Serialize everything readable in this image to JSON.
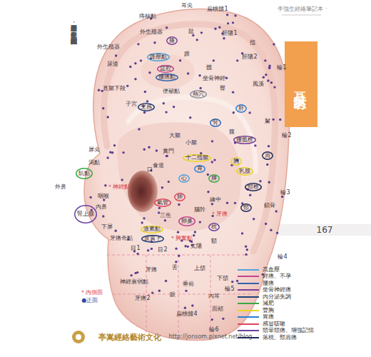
{
  "diagram": {
    "title": "耳朵反射區",
    "nodes": [
      {
        "text": [
          "膝"
        ]
      },
      {
        "text": [
          "降壓點"
        ]
      },
      {
        "text": [
          "盆腔"
        ]
      },
      {
        "text": [
          "腰痛點"
        ]
      },
      {
        "text": [
          "熱穴"
        ]
      },
      {
        "text": [
          "交感"
        ]
      },
      {
        "text": [
          "肝"
        ]
      },
      {
        "text": [
          "腎"
        ]
      },
      {
        "text": [
          "腰骶椎"
        ]
      },
      {
        "text": [
          "肩"
        ]
      },
      {
        "text": [
          "十二指腸"
        ]
      },
      {
        "text": [
          "胸"
        ]
      },
      {
        "text": [
          "胃"
        ]
      },
      {
        "text": [
          "乳腺"
        ]
      },
      {
        "text": [
          "飢點"
        ]
      },
      {
        "text": [
          "脾"
        ]
      },
      {
        "text": [
          "心"
        ]
      },
      {
        "text": [
          "頸椎"
        ]
      },
      {
        "text": [
          "肺"
        ]
      },
      {
        "text": [
          "氣管"
        ]
      },
      {
        "text": [
          "頸"
        ]
      },
      {
        "text": [
          "腎上腺"
        ]
      },
      {
        "text": [
          "卵巢"
        ]
      },
      {
        "text": [
          "枕"
        ]
      },
      {
        "text": [
          "激素點"
        ]
      },
      {
        "text": [
          "皮質下"
        ]
      }
    ],
    "labels": [
      "李強生經絡筆記本 ·",
      "耳朵反射區療法應用，大多搭配針灸、貼或按壓王不留行籽刺激相應穴位方式進行",
      "耳尖",
      "扁桃體1",
      "痔核點",
      "外生殖器",
      "趾",
      "肝陽1",
      "指",
      "外生殖器",
      "踝",
      "肝陽2",
      "尿道",
      "輪1",
      "髖",
      "坐骨神經",
      "風溪",
      "直腸下段",
      "臀",
      "子宮",
      "便秘點",
      "肘",
      "腹",
      "輪2",
      "大腸",
      "小腸",
      "屏尖",
      "渴點",
      "食道",
      "賁門",
      "口",
      "外鼻",
      "＊神經點",
      "輪3",
      "咽喉",
      "緣中",
      "鎖骨",
      "內鼻",
      "腦幹",
      "三焦",
      "＊牙痛",
      "下屏",
      "167",
      "＊興奮點",
      "牙痛奇點",
      "目1",
      "目2",
      "太陽",
      "額",
      "輪4",
      "牙痛",
      "舌",
      "上頜",
      "下頜",
      "神經衰弱點",
      "垂前",
      "輪5",
      "＊內側面",
      "眼",
      "內耳",
      "●正面",
      "牙痛2",
      "面頰",
      "扁桃體4",
      "輪6",
      "亭嵩經絡藝術文化",
      "http://jonsom.pixnet.net/blog"
    ],
    "legend": [
      {
        "text": "高血壓",
        "color": "#4fa3e0"
      },
      {
        "text": "經痛、不孕",
        "color": "#c2448f"
      },
      {
        "text": "腰痛",
        "color": "#2f62b0"
      },
      {
        "text": "坐骨神經痛",
        "color": "#7b3f98"
      },
      {
        "text": "內分泌失調",
        "color": "#1e3f7a"
      },
      {
        "text": "減肥",
        "color": "#3aa845"
      },
      {
        "text": "豐胸",
        "color": "#e9d524"
      },
      {
        "text": "胃痛",
        "color": "#2a7fd4"
      },
      {
        "text": "感冒咳嗽",
        "color": "#e0455a"
      },
      {
        "text": "頭暈頭痛、增強記憶",
        "color": "#6b3fa0"
      },
      {
        "text": "落枕、頸肩痛",
        "color": "#1b2a5a"
      }
    ]
  }
}
